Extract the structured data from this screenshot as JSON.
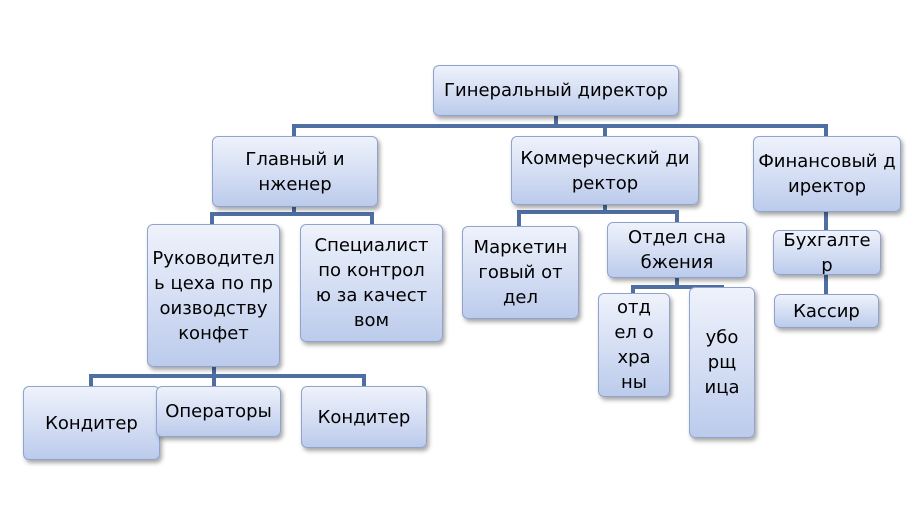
{
  "nodes": {
    "gen_director": "Гинеральный директор",
    "chief_engineer": "Главный инженер",
    "commercial_director": "Коммерческий директор",
    "financial_director": "Финансовый директор",
    "shop_head": "Руководитель цеха по производству конфет",
    "qc_specialist": "Специалист по контролю за качеством",
    "marketing": "Маркетинговый отдел",
    "supply": "Отдел снабжения",
    "accountant": "Бухгалтер",
    "cashier": "Кассир",
    "security": "отдел охраны",
    "cleaner": "уборщица",
    "confectioner_1": "Кондитер",
    "operators": "Операторы",
    "confectioner_2": "Кондитер"
  },
  "colors": {
    "connector": "#4f6fa3",
    "box_border": "#8fa3cc",
    "box_fill_top": "#eef2fb",
    "box_fill_bottom": "#bccbec"
  }
}
